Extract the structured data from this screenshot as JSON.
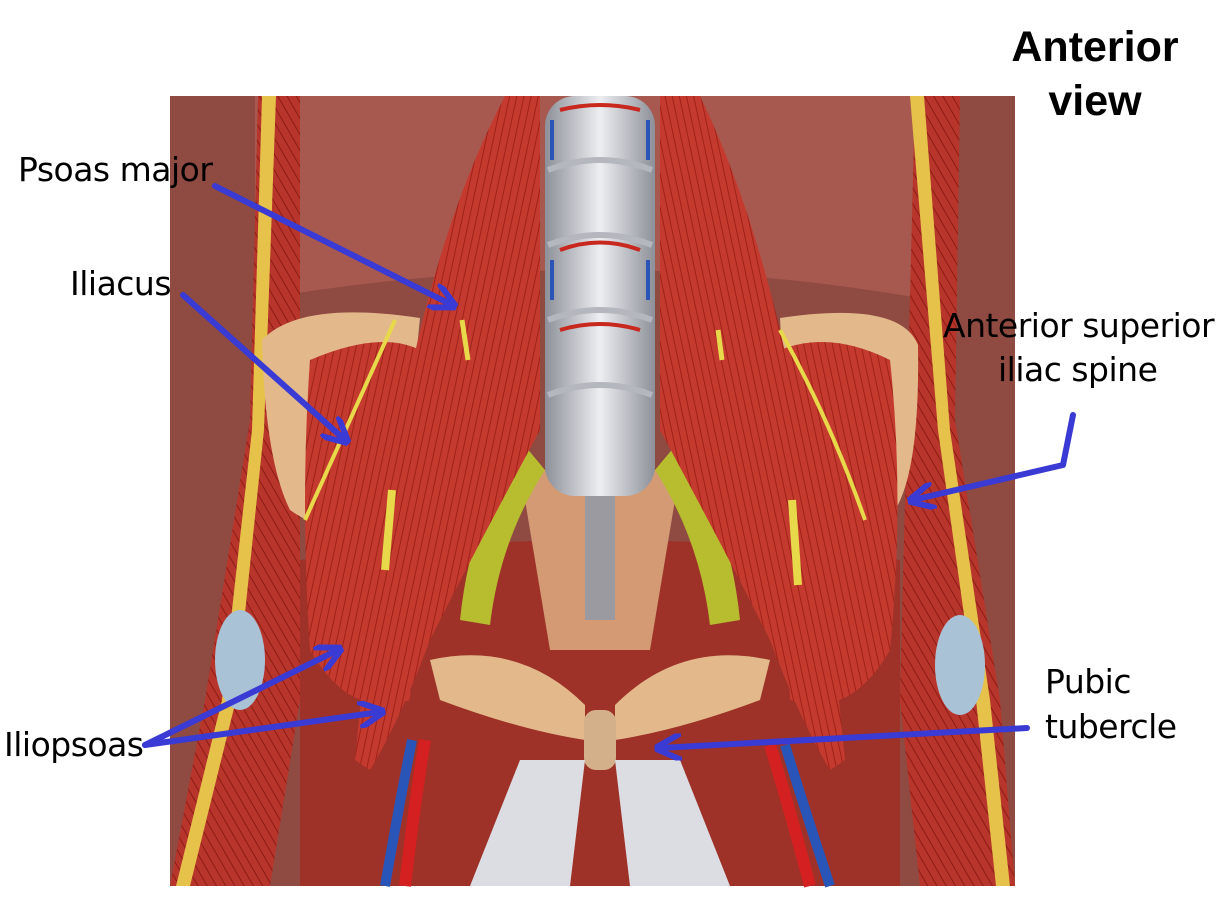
{
  "title": {
    "line1": "Anterior",
    "line2": "view"
  },
  "labels": {
    "psoas_major": "Psoas major",
    "iliacus": "Iliacus",
    "asis_line1": "Anterior superior",
    "asis_line2": "iliac spine",
    "pubic_line1": "Pubic",
    "pubic_line2": "tubercle",
    "iliopsoas": "Iliopsoas"
  },
  "colors": {
    "arrow": "#3a3ad4",
    "muscle": "#c8382c",
    "tendon": "#dcdde3",
    "bone": "#e8c49a",
    "nerve": "#d9d23a",
    "artery": "#d42020",
    "vein": "#2a55b8"
  }
}
